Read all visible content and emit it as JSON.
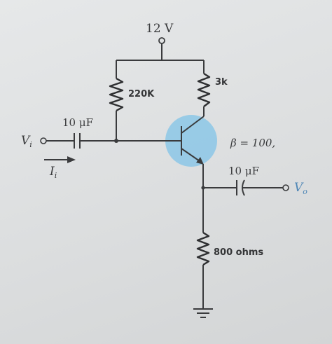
{
  "supply": {
    "label": "12 V"
  },
  "resistors": {
    "rb": {
      "label": "220K"
    },
    "rc": {
      "label": "3k"
    },
    "re": {
      "label": "800 ohms"
    }
  },
  "transistor": {
    "beta_label": "β = 100,"
  },
  "capacitors": {
    "input": {
      "label": "10 μF"
    },
    "output": {
      "label": "10 μF"
    }
  },
  "terminals": {
    "input_voltage": {
      "symbol": "V",
      "subscript": "i"
    },
    "input_current": {
      "symbol": "I",
      "subscript": "i"
    },
    "output_voltage": {
      "symbol": "V",
      "subscript": "o"
    }
  },
  "colors": {
    "wire": "#3a3b3d",
    "transistor_highlight": "#8cc7e6",
    "output_label": "#4e86b6"
  }
}
